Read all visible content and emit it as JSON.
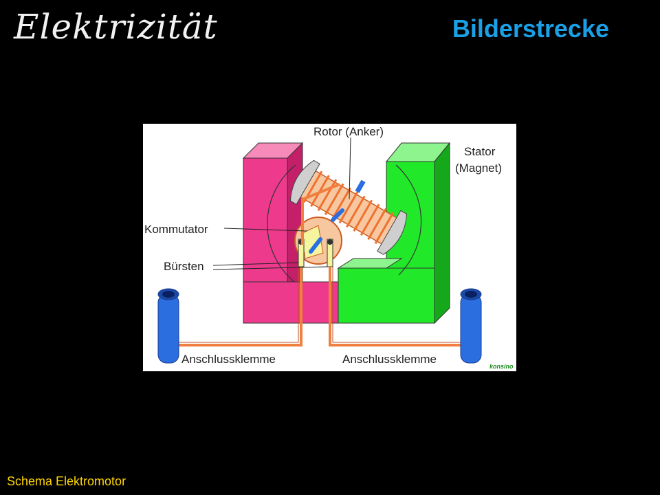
{
  "slide": {
    "title": "Elektrizität",
    "subtitle": "Bilderstrecke",
    "caption": "Schema Elektromotor"
  },
  "diagram": {
    "labels": {
      "rotor": "Rotor (Anker)",
      "stator_line1": "Stator",
      "stator_line2": "(Magnet)",
      "kommutator": "Kommutator",
      "buersten": "Bürsten",
      "klemme_left": "Anschlussklemme",
      "klemme_right": "Anschlussklemme"
    },
    "signature": "konsino"
  },
  "colors": {
    "magnet_left": "#ee3a8c",
    "magnet_right": "#22e82a",
    "terminal": "#2a6ee0",
    "wire": "#f08040",
    "subtitle": "#1aa0e6",
    "caption": "#ffd700"
  }
}
